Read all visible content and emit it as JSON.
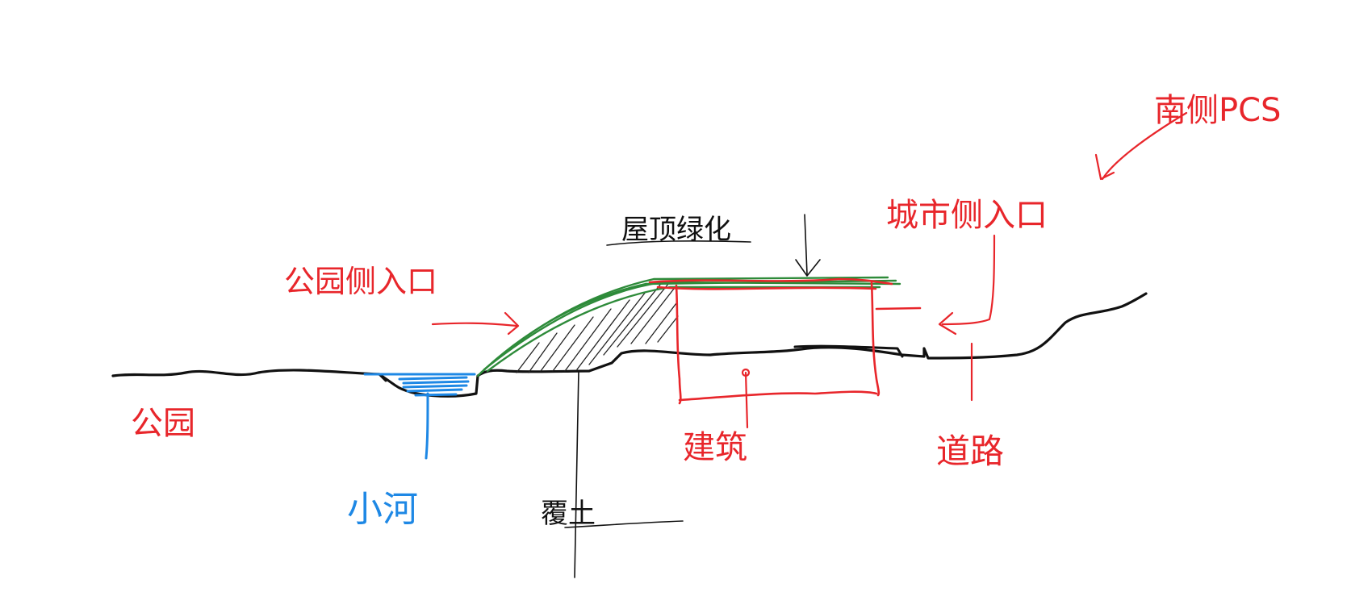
{
  "labels": {
    "park": "公园",
    "park_side_entrance": "公园侧入口",
    "creek": "小河",
    "green_roof": "屋顶绿化",
    "ground_level": "覆土",
    "building": "建筑",
    "city_side_entrance": "城市侧入口",
    "road": "道路",
    "south_side": "南侧PCS"
  },
  "colors": {
    "ground": "#111111",
    "annotation": "#e8262b",
    "water": "#1e88e5",
    "green": "#2e8b3a",
    "hatch": "#222222"
  }
}
